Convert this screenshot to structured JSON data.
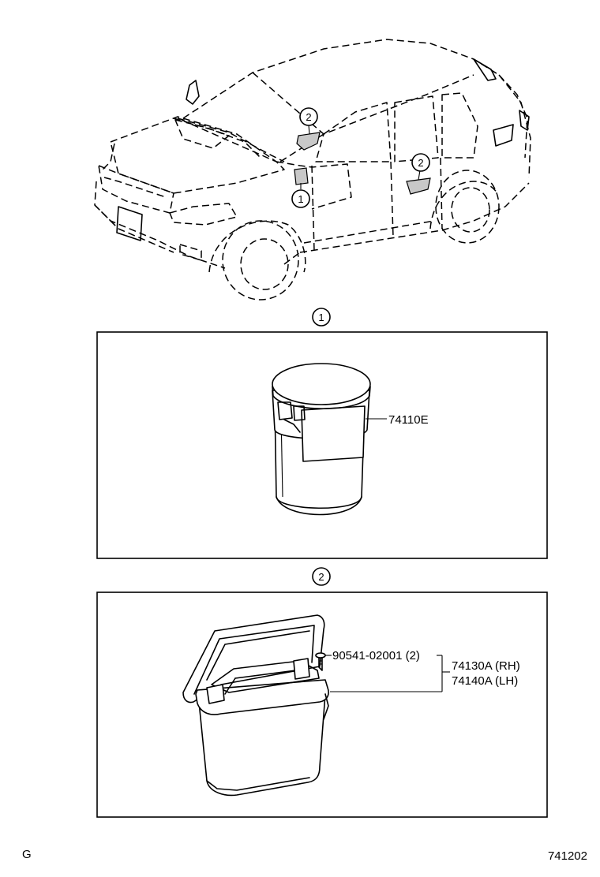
{
  "callouts": {
    "section1": "1",
    "section2": "2"
  },
  "parts": {
    "cup_holder": "74110E",
    "screw": "90541-02001 (2)",
    "box_rh": "74130A (RH)",
    "box_lh": "74140A (LH)"
  },
  "footer": {
    "left_code": "G",
    "diagram_number": "741202"
  }
}
